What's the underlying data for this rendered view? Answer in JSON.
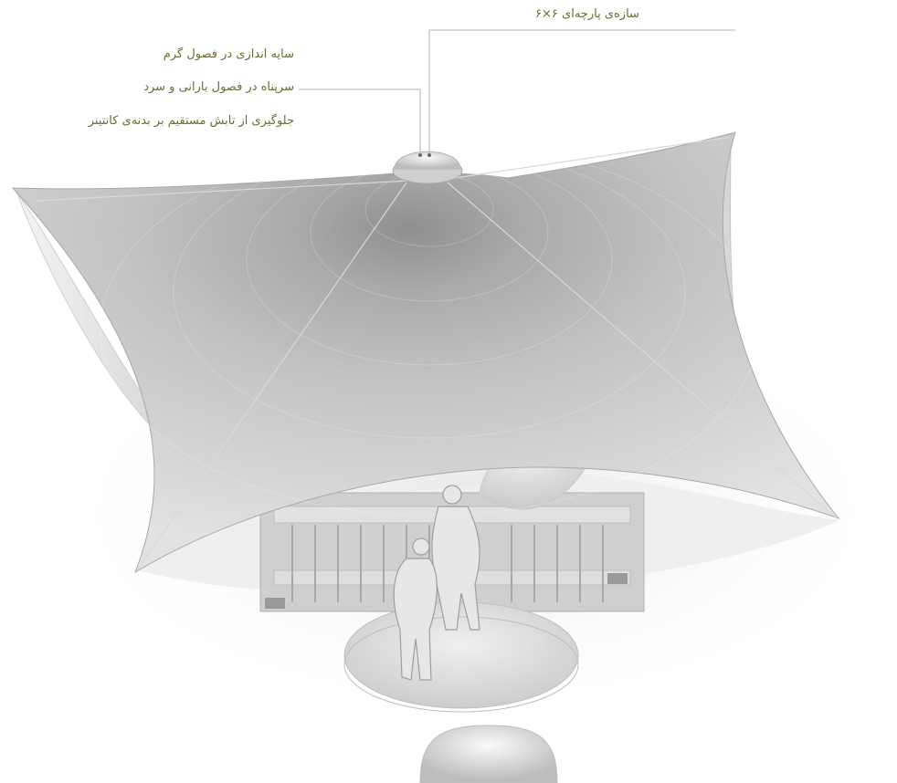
{
  "annotations": {
    "structure_label": "سازه‌ی پارچه‌ای ۶×۶",
    "shade_label": "سایه اندازی در فصول گرم",
    "rain_shelter_label": "سرپناه در فصول بارانی و سرد",
    "radiation_label": "جلوگیری از تابش مستقیم بر بدنه‌ی کانتینر"
  },
  "colors": {
    "annotation_text": "#6e6b32",
    "leader_line": "#b5b5a8",
    "canopy_light": "#dcdcdc",
    "canopy_mid": "#bdbdbd",
    "canopy_dark": "#8f8f8f",
    "container": "#cfcfcf",
    "platform": "#e4e4e4",
    "background": "#ffffff"
  },
  "icons": {
    "canopy": "tensile-fabric-canopy",
    "container": "shipping-container",
    "figures": "people-figures"
  }
}
